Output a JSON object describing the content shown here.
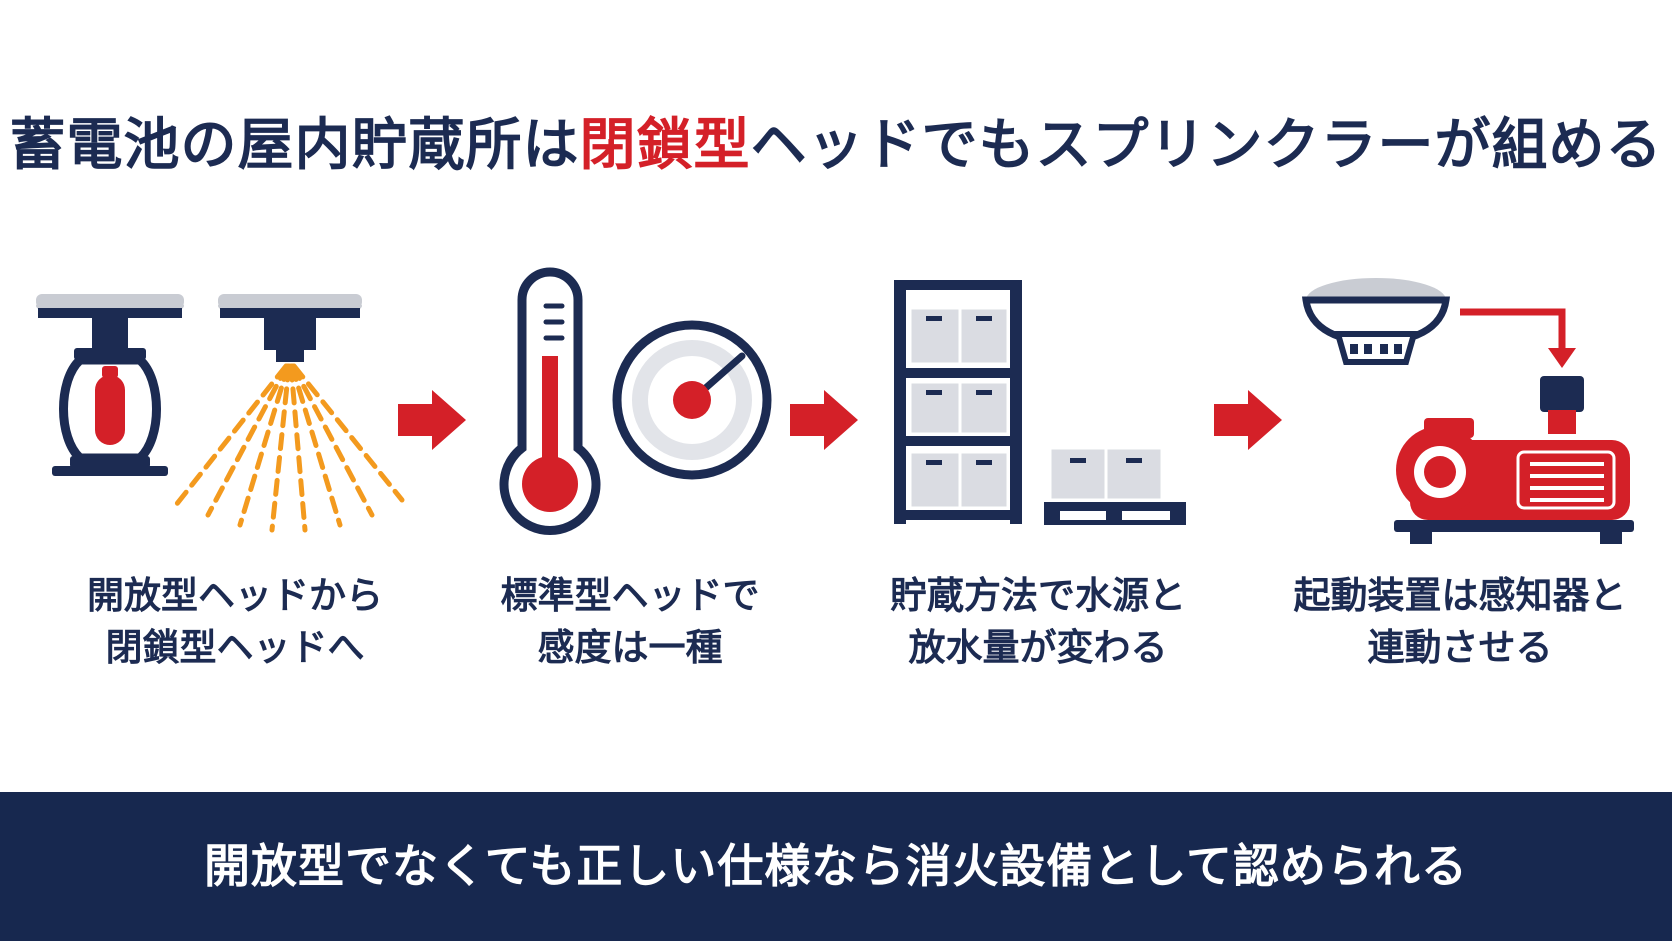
{
  "title": {
    "before": "蓄電池の屋内貯蔵所は",
    "accent": "閉鎖型",
    "after": "ヘッドでもスプリンクラーが組める"
  },
  "steps": [
    {
      "line1": "開放型ヘッドから",
      "line2": "閉鎖型ヘッドへ",
      "icon": "sprinkler-head-icon"
    },
    {
      "line1": "標準型ヘッドで",
      "line2": "感度は一種",
      "icon": "thermometer-gauge-icon"
    },
    {
      "line1": "貯蔵方法で水源と",
      "line2": "放水量が変わる",
      "icon": "storage-rack-icon"
    },
    {
      "line1": "起動装置は感知器と",
      "line2": "連動させる",
      "icon": "detector-pump-icon"
    }
  ],
  "footer": "開放型でなくても正しい仕様なら消火設備として認められる",
  "colors": {
    "navy": "#1c2b52",
    "red": "#d42028",
    "orange": "#f39a1e",
    "gray": "#c9ccd3",
    "footer_bg": "#17284f"
  }
}
